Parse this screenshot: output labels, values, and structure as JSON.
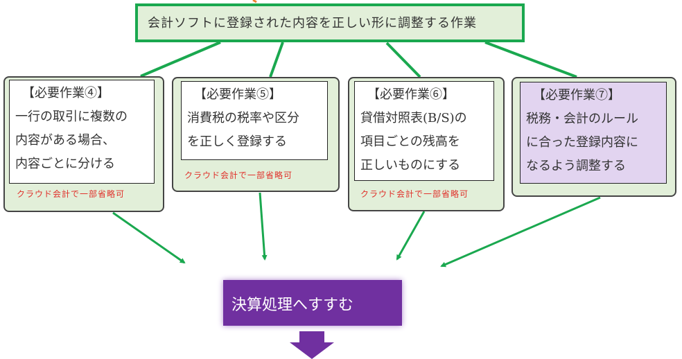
{
  "top_box": "会計ソフトに登録された内容を正しい形に調整する作業",
  "tasks": [
    {
      "title": "【必要作業④】",
      "lines": [
        "一行の取引に複数の",
        "内容がある場合、",
        "内容ごとに分ける"
      ],
      "note": "クラウド会計で一部省略可"
    },
    {
      "title": "【必要作業⑤】",
      "lines": [
        "消費税の税率や区分",
        "を正しく登録する"
      ],
      "note": "クラウド会計で一部省略可"
    },
    {
      "title": "【必要作業⑥】",
      "lines": [
        "貸借対照表(B/S)の",
        "項目ごとの残高を",
        "正しいものにする"
      ],
      "note": "クラウド会計で一部省略可"
    },
    {
      "title": "【必要作業⑦】",
      "lines": [
        "税務・会計のルール",
        "に合った登録内容に",
        "なるよう調整する"
      ]
    }
  ],
  "goal": "決算処理へすすむ",
  "colors": {
    "green": "#1aa84f",
    "card_bg": "#e2efd9",
    "purple": "#7030a0",
    "lavender": "#e2d4f0",
    "note": "#e0302a"
  }
}
